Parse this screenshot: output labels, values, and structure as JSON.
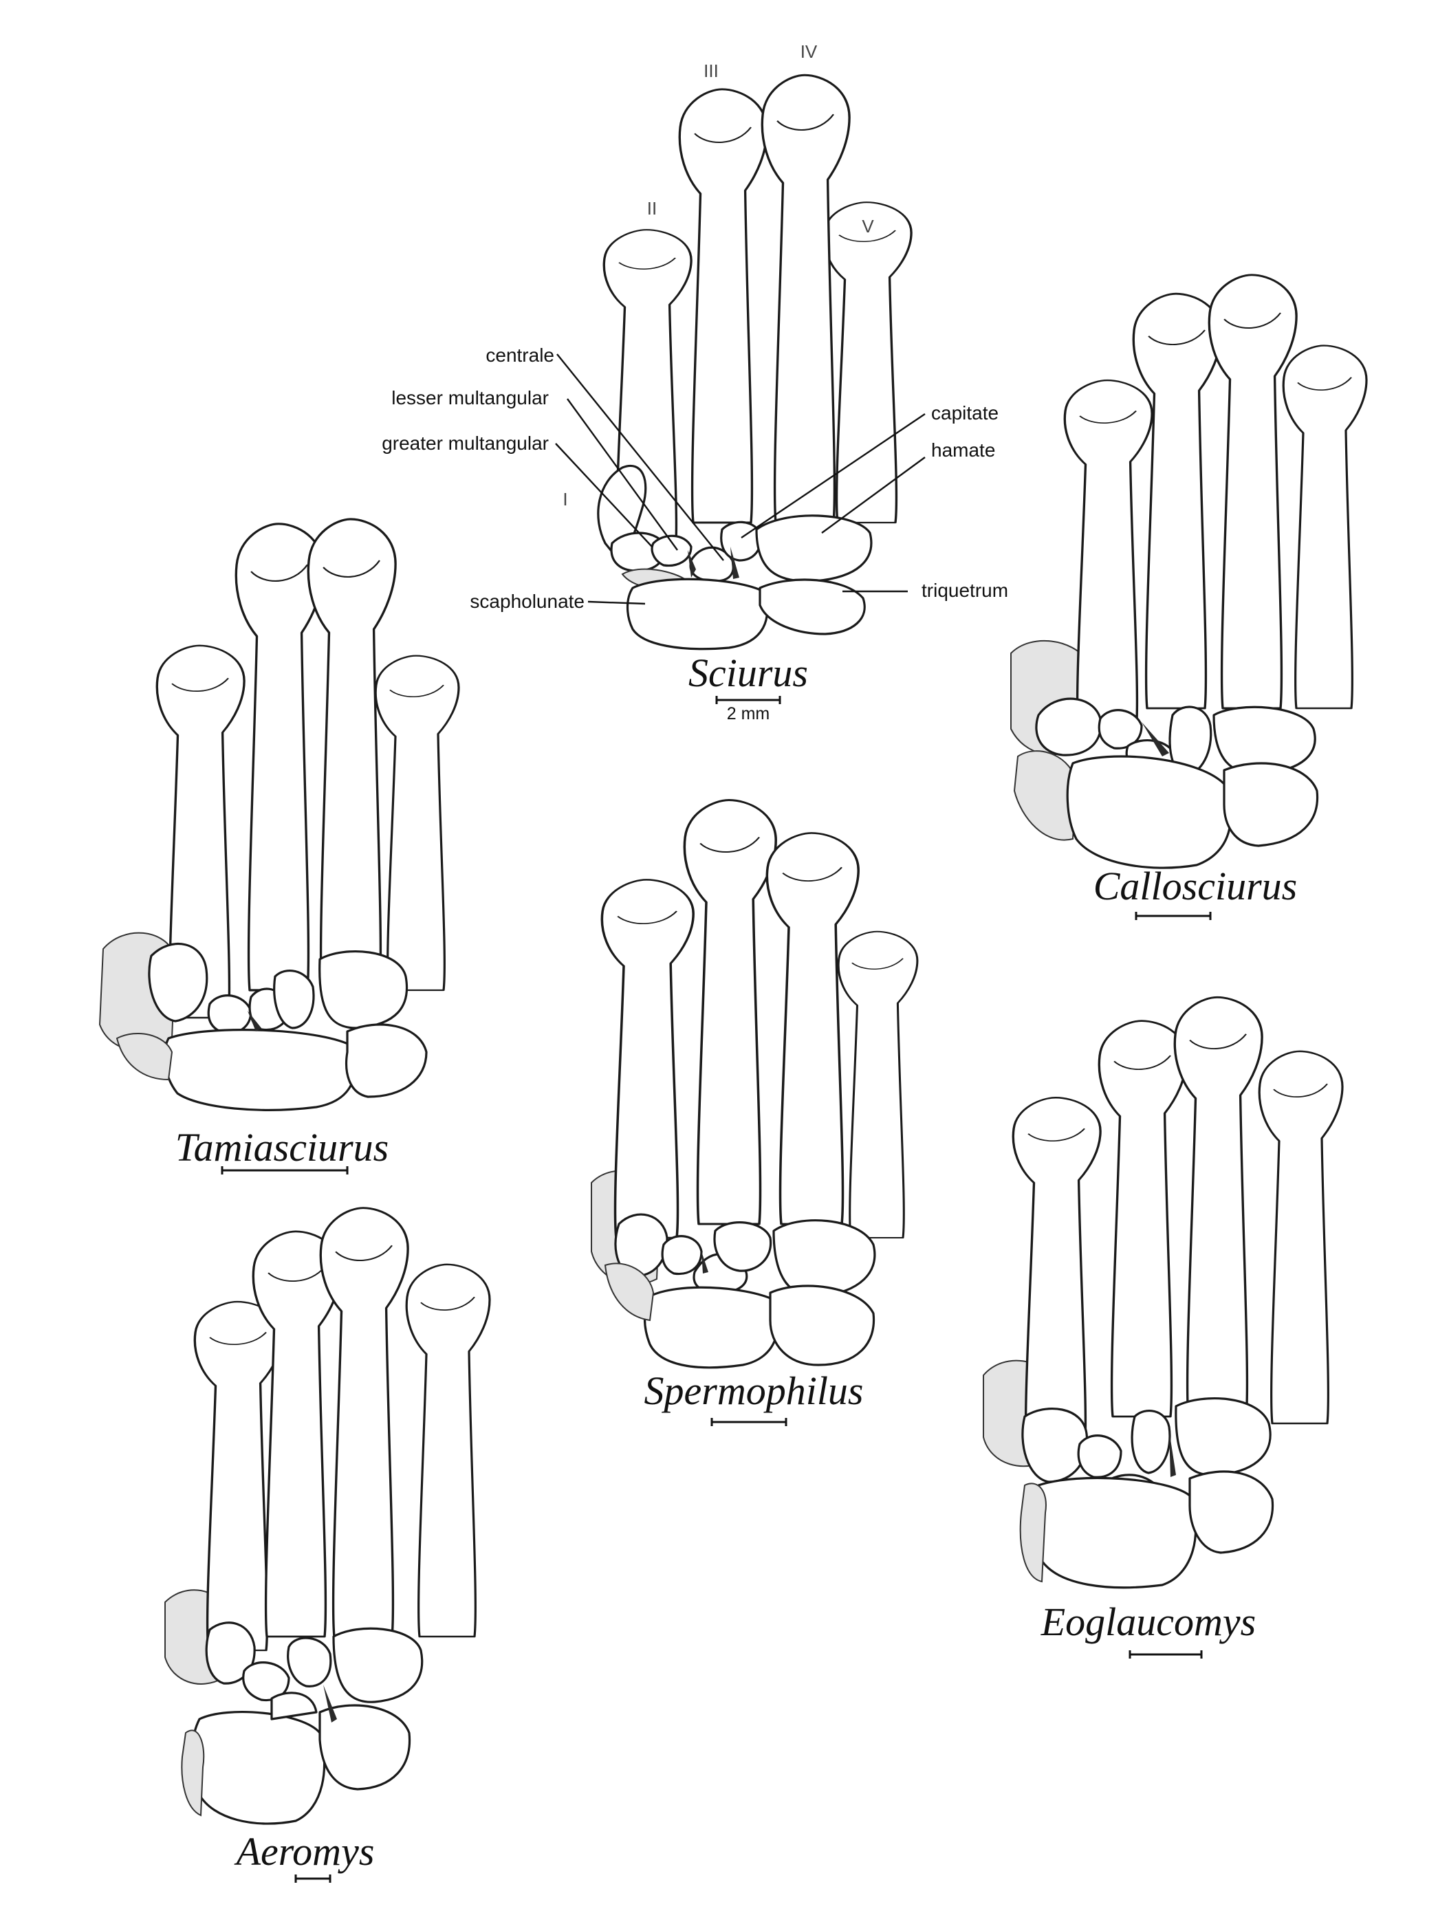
{
  "taxa": {
    "sciurus": "Sciurus",
    "callosciurus": "Callosciurus",
    "tamiasciurus": "Tamiasciurus",
    "spermophilus": "Spermophilus",
    "eoglaucomys": "Eoglaucomys",
    "aeromys": "Aeromys"
  },
  "digits": {
    "d1": "I",
    "d2": "II",
    "d3": "III",
    "d4": "IV",
    "d5": "V"
  },
  "bones": {
    "centrale": "centrale",
    "lesser_multangular": "lesser multangular",
    "greater_multangular": "greater multangular",
    "capitate": "capitate",
    "hamate": "hamate",
    "scapholunate": "scapholunate",
    "triquetrum": "triquetrum"
  },
  "scale": {
    "label": "2 mm"
  }
}
